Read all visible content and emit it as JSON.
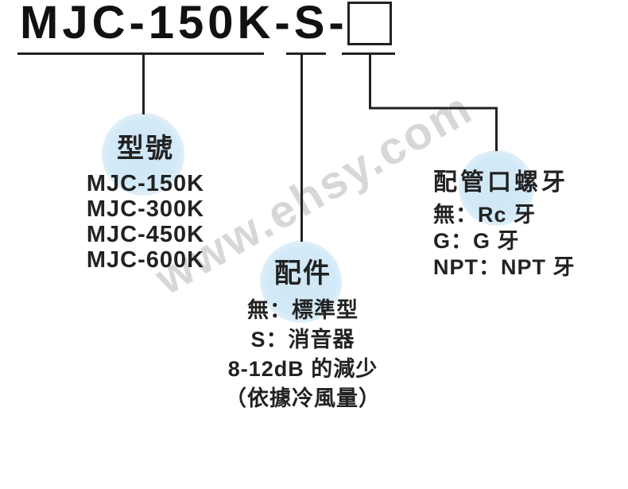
{
  "watermark": "www.ehsy.com",
  "title": {
    "code": "MJC-150K-S-"
  },
  "branches": [
    {
      "id": "model",
      "label": "型號",
      "items": [
        "MJC-150K",
        "MJC-300K",
        "MJC-450K",
        "MJC-600K"
      ]
    },
    {
      "id": "accessory",
      "label": "配件",
      "items": [
        "無：標準型",
        "S：消音器",
        "8-12dB 的減少",
        "（依據冷風量）"
      ]
    },
    {
      "id": "pipe-thread",
      "label": "配管口螺牙",
      "items": [
        "無：Rc 牙",
        "G：G 牙",
        "NPT：NPT 牙"
      ]
    }
  ],
  "colors": {
    "bubble": "#d2e9f7",
    "line": "#222222",
    "text": "#1a1a1a",
    "watermark": "#d7d7d7"
  }
}
